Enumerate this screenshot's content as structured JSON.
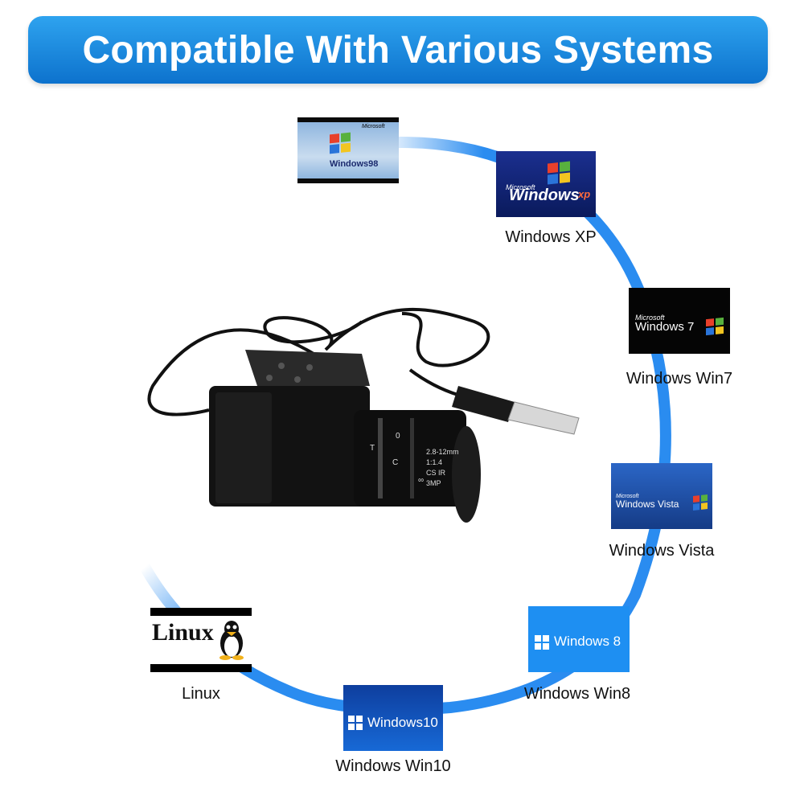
{
  "banner": {
    "title": "Compatible With Various Systems"
  },
  "systems": [
    {
      "id": "win98",
      "label": "",
      "logo_text": "Windows98",
      "logo_brand": "Microsoft"
    },
    {
      "id": "winxp",
      "label": "Windows XP",
      "logo_text": "Windows",
      "logo_suffix": "xp",
      "logo_brand": "Microsoft"
    },
    {
      "id": "win7",
      "label": "Windows Win7",
      "logo_text": "Windows 7",
      "logo_brand": "Microsoft"
    },
    {
      "id": "vista",
      "label": "Windows Vista",
      "logo_text": "Windows Vista",
      "logo_brand": "Microsoft"
    },
    {
      "id": "win8",
      "label": "Windows Win8",
      "logo_text": "Windows 8"
    },
    {
      "id": "win10",
      "label": "Windows Win10",
      "logo_text": "Windows10"
    },
    {
      "id": "linux",
      "label": "Linux",
      "logo_text": "Linux"
    }
  ],
  "camera": {
    "lens_text": [
      "2.8-12mm",
      "1:1.4",
      "CS IR",
      "3MP"
    ],
    "ring_marks": [
      "T",
      "C",
      "0",
      "∞"
    ]
  },
  "colors": {
    "banner": "#1a8de0",
    "ring": "#2a8cf0"
  }
}
